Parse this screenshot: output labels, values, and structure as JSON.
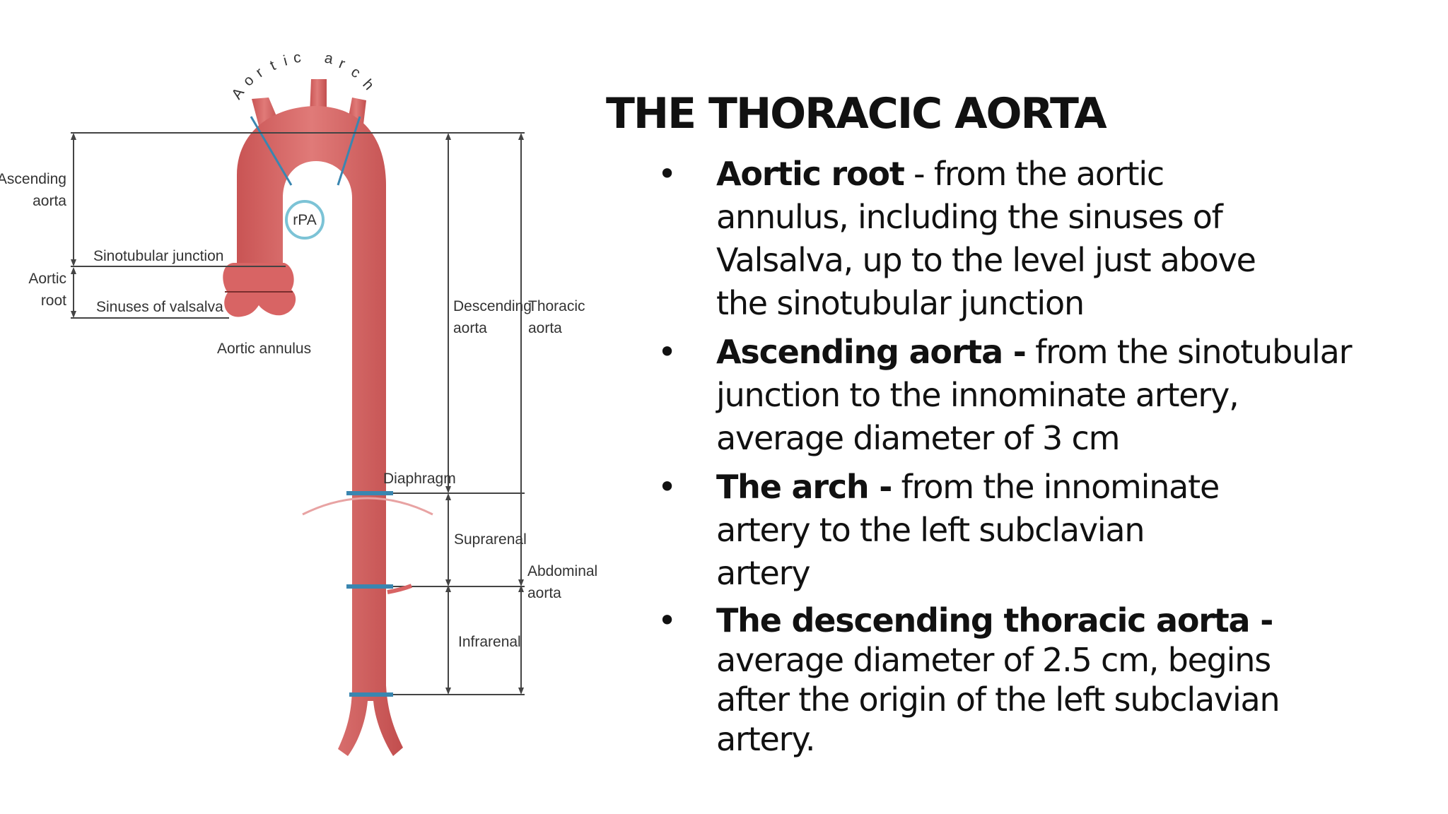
{
  "title": "THE THORACIC AORTA",
  "bullet_char": "•",
  "bullets": [
    {
      "term": "Aortic root",
      "lines": [
        " - from the aortic",
        "annulus, including the sinuses of",
        "Valsalva, up to the level just above",
        "the  sinotubular junction"
      ]
    },
    {
      "term": "Ascending aorta -",
      "lines": [
        " from the sinotubular",
        "junction to the innominate artery,",
        "average diameter of 3 cm"
      ]
    },
    {
      "term": "The arch -",
      "lines": [
        " from the innominate",
        "artery to the left subclavian",
        "artery"
      ]
    },
    {
      "term": "The descending thoracic aorta -",
      "lines": [
        "",
        "average  diameter of 2.5 cm, begins",
        "after the origin of the left subclavian",
        "artery."
      ]
    }
  ],
  "diagram": {
    "arch_label": [
      "A",
      "o",
      "r",
      "t",
      "i",
      "c",
      " ",
      "a",
      "r",
      "c",
      "h"
    ],
    "labels": {
      "ascending_aorta": [
        "Ascending",
        "aorta"
      ],
      "aortic_root": [
        "Aortic",
        "root"
      ],
      "sinotubular_junction": "Sinotubular junction",
      "sinuses_of_valsalva": "Sinuses of valsalva",
      "aortic_annulus": "Aortic annulus",
      "rpa": "rPA",
      "descending_aorta": [
        "Descending",
        "aorta"
      ],
      "thoracic_aorta": [
        "Thoracic",
        "aorta"
      ],
      "diaphragm": "Diaphragm",
      "suprarenal": "Suprarenal",
      "abdominal_aorta": [
        "Abdominal",
        "aorta"
      ],
      "infrarenal": "Infrarenal"
    },
    "colors": {
      "vessel": "#dc6b6b",
      "vessel_dark": "#b84a4a",
      "band": "#3a86b0",
      "rpa_ring": "#7cc3d6",
      "diaphragm_arc": "#e8a3a3"
    }
  }
}
